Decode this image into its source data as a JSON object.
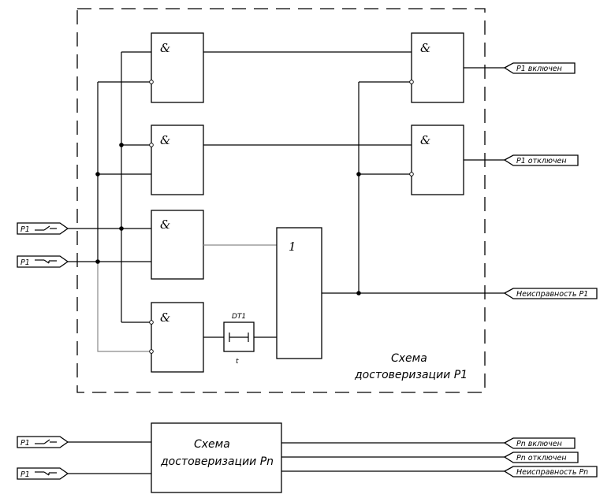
{
  "diagram": {
    "title_block": {
      "line1": "Схема",
      "line2": "достоверизации  Р1"
    },
    "gates": {
      "and_symbol": "&",
      "or_symbol": "1"
    },
    "timer": {
      "name": "DT1",
      "param": "t"
    },
    "inputs": [
      {
        "label": "Р1",
        "contact": "normally-open"
      },
      {
        "label": "Р1",
        "contact": "normally-closed"
      }
    ],
    "outputs": [
      {
        "label": "Р1  включен"
      },
      {
        "label": "Р1  отключен"
      },
      {
        "label": "Неисправность  Р1"
      }
    ],
    "block_n": {
      "line1": "Схема",
      "line2": "достоверизации  Рn",
      "inputs": [
        {
          "label": "Р1",
          "contact": "normally-open"
        },
        {
          "label": "Р1",
          "contact": "normally-closed"
        }
      ],
      "outputs": [
        {
          "label": "Рn  включен"
        },
        {
          "label": "Рn  отключен"
        },
        {
          "label": "Неисправность  Рn"
        }
      ]
    }
  }
}
